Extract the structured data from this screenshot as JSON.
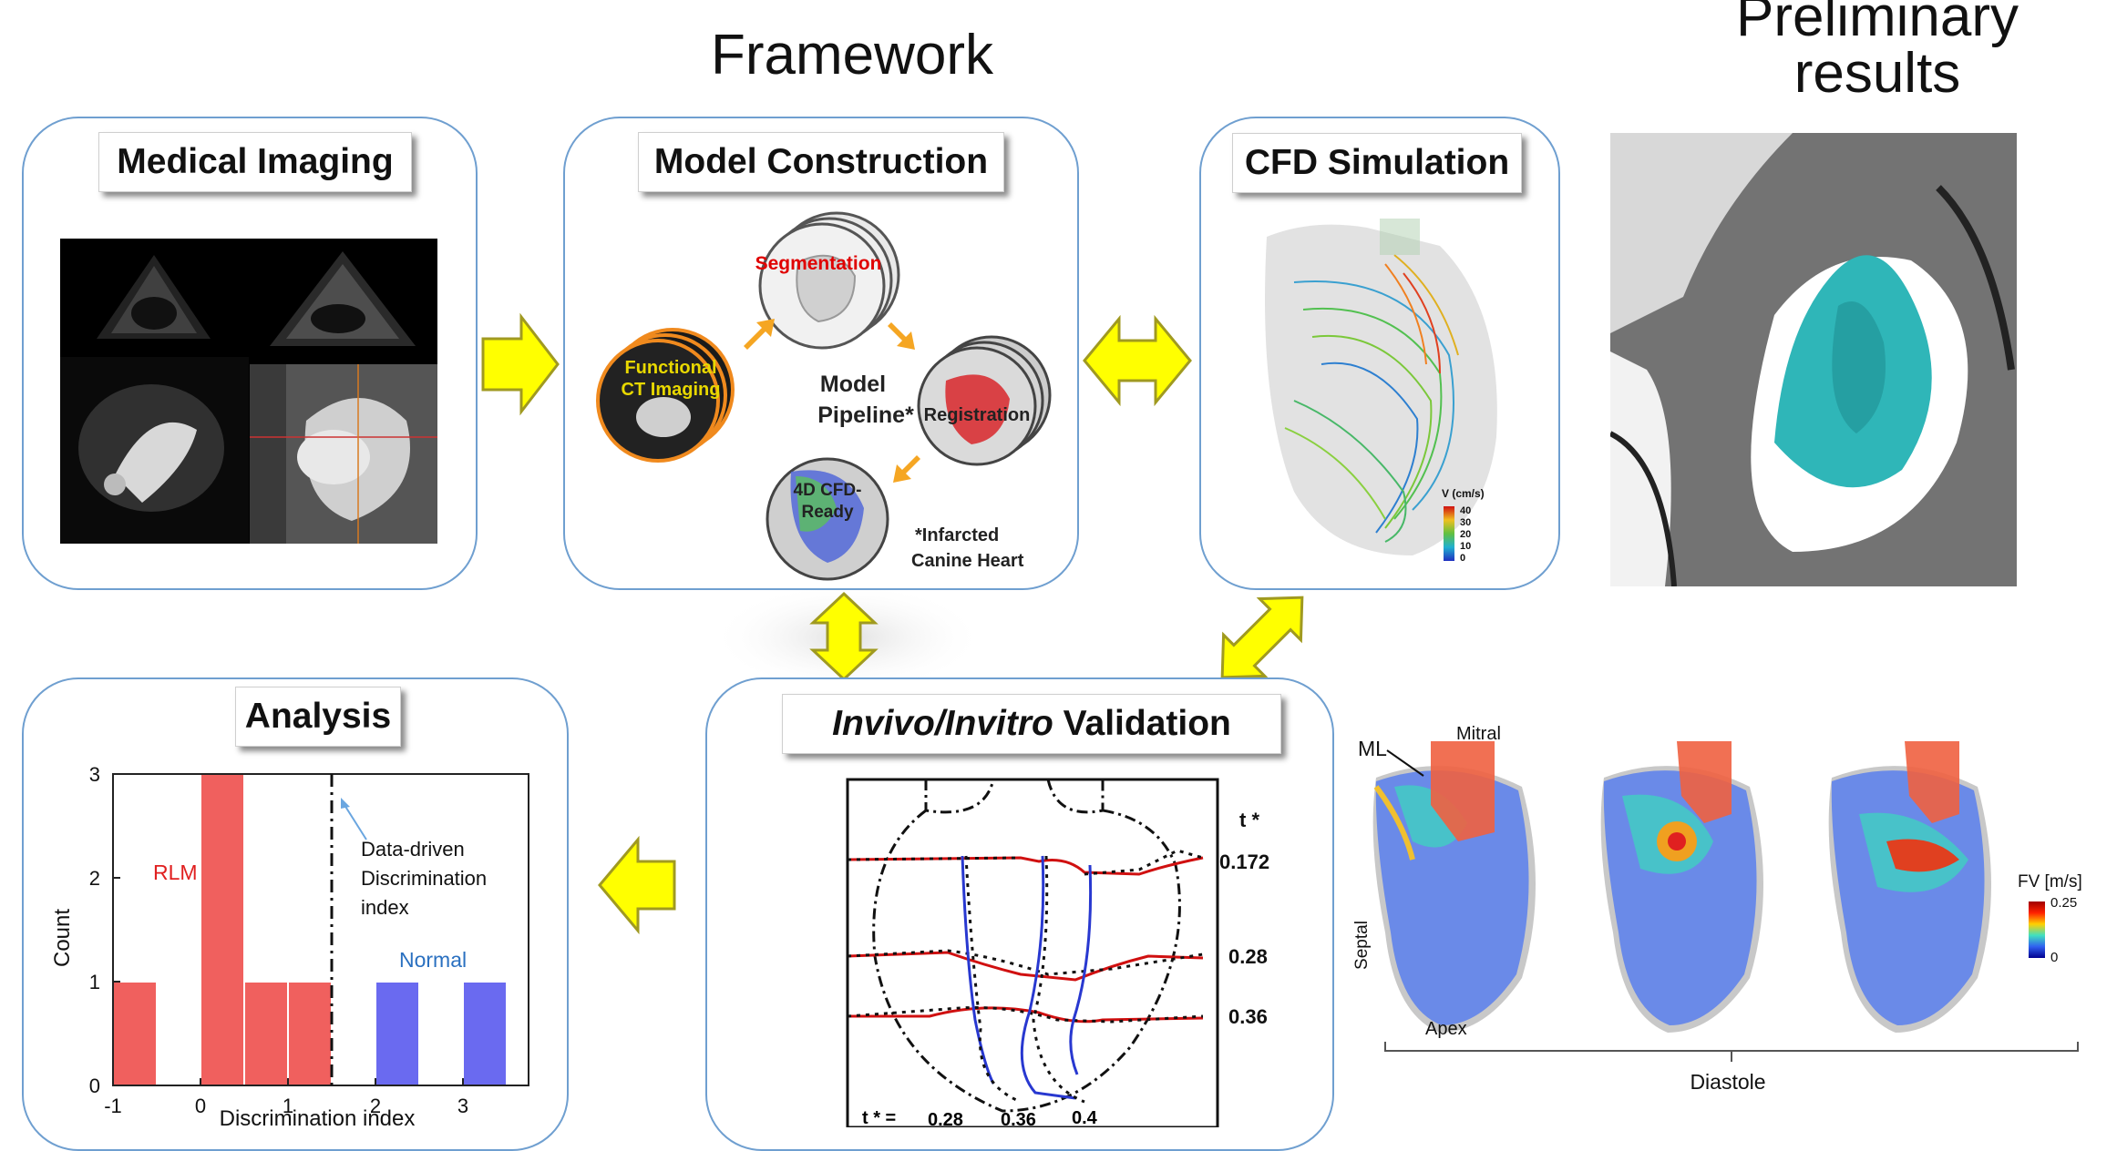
{
  "header": {
    "framework": "Framework",
    "prelim_line1": "Preliminary",
    "prelim_line2": "results"
  },
  "panels": {
    "medical_imaging": {
      "title": "Medical Imaging"
    },
    "model_construction": {
      "title": "Model Construction",
      "segmentation": "Segmentation",
      "functional_ct_1": "Functional",
      "functional_ct_2": "CT Imaging",
      "registration": "Registration",
      "cfd_ready_1": "4D CFD-",
      "cfd_ready_2": "Ready",
      "pipeline_1": "Model",
      "pipeline_2": "Pipeline*",
      "footnote_1": "*Infarcted",
      "footnote_2": "Canine Heart"
    },
    "cfd_simulation": {
      "title": "CFD Simulation",
      "colorbar_title": "V (cm/s)",
      "colorbar_ticks": [
        "40",
        "30",
        "20",
        "10",
        "0"
      ]
    },
    "validation": {
      "title_italic": "Invivo/Invitro",
      "title_rest": " Validation",
      "t_header": "t *",
      "t_values": [
        "0.172",
        "0.28",
        "0.36"
      ],
      "bottom_label": "t * =",
      "bottom_values": [
        "0.28",
        "0.36",
        "0.4"
      ]
    },
    "analysis": {
      "title": "Analysis"
    }
  },
  "chart_data": {
    "type": "bar",
    "x": [
      -0.75,
      0.25,
      0.75,
      1.25,
      2.25,
      3.25
    ],
    "bins": [
      [
        -1,
        -0.5
      ],
      [
        0,
        0.5
      ],
      [
        0.5,
        1
      ],
      [
        1,
        1.5
      ],
      [
        2,
        2.5
      ],
      [
        3,
        3.5
      ]
    ],
    "values": [
      1,
      3,
      1,
      1,
      1,
      1
    ],
    "groups": [
      "RLM",
      "RLM",
      "RLM",
      "RLM",
      "Normal",
      "Normal"
    ],
    "colors": {
      "RLM": "#f0605e",
      "Normal": "#6a6af0"
    },
    "title": "",
    "xlabel": "Discrimination index",
    "ylabel": "Count",
    "xlim": [
      -1,
      3.75
    ],
    "ylim": [
      0,
      3
    ],
    "xticks": [
      "-1",
      "0",
      "1",
      "2",
      "3"
    ],
    "yticks": [
      "0",
      "1",
      "2",
      "3"
    ],
    "threshold": 1.5,
    "legend": {
      "rlm": "RLM",
      "normal": "Normal"
    },
    "annotation": [
      "Data-driven",
      "Discrimination",
      "index"
    ]
  },
  "diastole": {
    "ml": "ML",
    "mitral": "Mitral",
    "septal": "Septal",
    "apex": "Apex",
    "diastole": "Diastole",
    "colorbar_title": "FV [m/s]",
    "colorbar_max": "0.25",
    "colorbar_min": "0"
  },
  "colors": {
    "panel_border": "#6f9fd0",
    "arrow_fill": "#ffff00",
    "arrow_stroke": "#a09a20",
    "segmentation": "#e00000",
    "functional_ct": "#e8d800"
  }
}
